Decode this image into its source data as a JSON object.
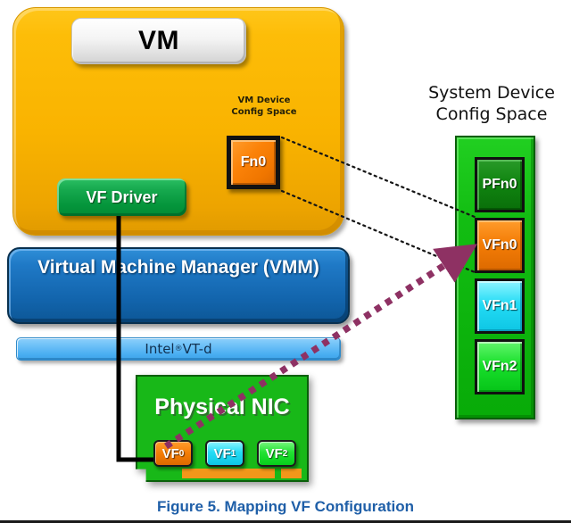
{
  "figure": {
    "caption": "Figure 5. Mapping VF Configuration"
  },
  "vm": {
    "title": "VM",
    "device_config_label_line1": "VM Device",
    "device_config_label_line2": "Config Space",
    "function_box": "Fn0",
    "driver": "VF Driver",
    "color": "#f9b300"
  },
  "vmm": {
    "title": "Virtual Machine Manager (VMM)",
    "color": "#1f79c6"
  },
  "vtd": {
    "prefix": "Intel",
    "registered": "®",
    "suffix": " VT-d",
    "color": "#6dc0f7"
  },
  "nic": {
    "title": "Physical NIC",
    "color": "#18b818",
    "connector_color": "#f2971a",
    "functions": [
      {
        "label": "VF",
        "index": "0",
        "color": "#f47d06"
      },
      {
        "label": "VF",
        "index": "1",
        "color": "#24dcf5"
      },
      {
        "label": "VF",
        "index": "2",
        "color": "#22e233"
      }
    ]
  },
  "system_config": {
    "label_line1": "System Device",
    "label_line2": "Config Space",
    "panel_color": "#12bd12",
    "boxes": [
      {
        "label": "PFn0",
        "color": "#108510"
      },
      {
        "label": "VFn0",
        "color": "#f47d06"
      },
      {
        "label": "VFn1",
        "color": "#24dcf5"
      },
      {
        "label": "VFn2",
        "color": "#19e02c"
      }
    ]
  },
  "connectors": {
    "dotted_color": "#1a1a1a",
    "mapping_arrow_color": "#8e3163",
    "wire_color": "#000000"
  }
}
